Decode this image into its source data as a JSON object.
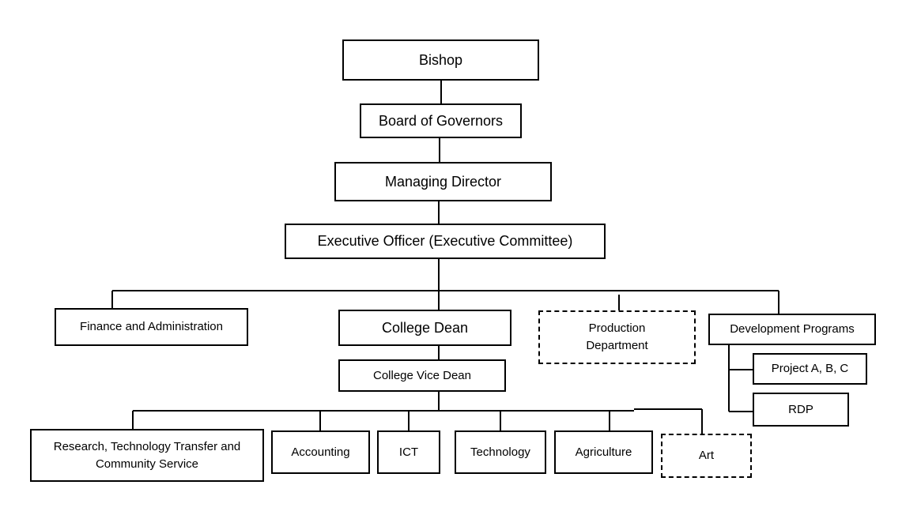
{
  "nodes": {
    "bishop": "Bishop",
    "board_of_governors": "Board of Governors",
    "managing_director": "Managing Director",
    "executive_officer": "Executive Officer (Executive Committee)",
    "finance_admin": "Finance and Administration",
    "college_dean": "College Dean",
    "production_department": "Production\nDepartment",
    "development_programs": "Development Programs",
    "project_abc": "Project A, B, C",
    "rdp": "RDP",
    "college_vice_dean": "College Vice Dean",
    "research": "Research, Technology Transfer and\nCommunity Service",
    "accounting": "Accounting",
    "ict": "ICT",
    "technology": "Technology",
    "agriculture": "Agriculture",
    "art": "Art"
  },
  "dashed_nodes": [
    "production_department",
    "art"
  ]
}
